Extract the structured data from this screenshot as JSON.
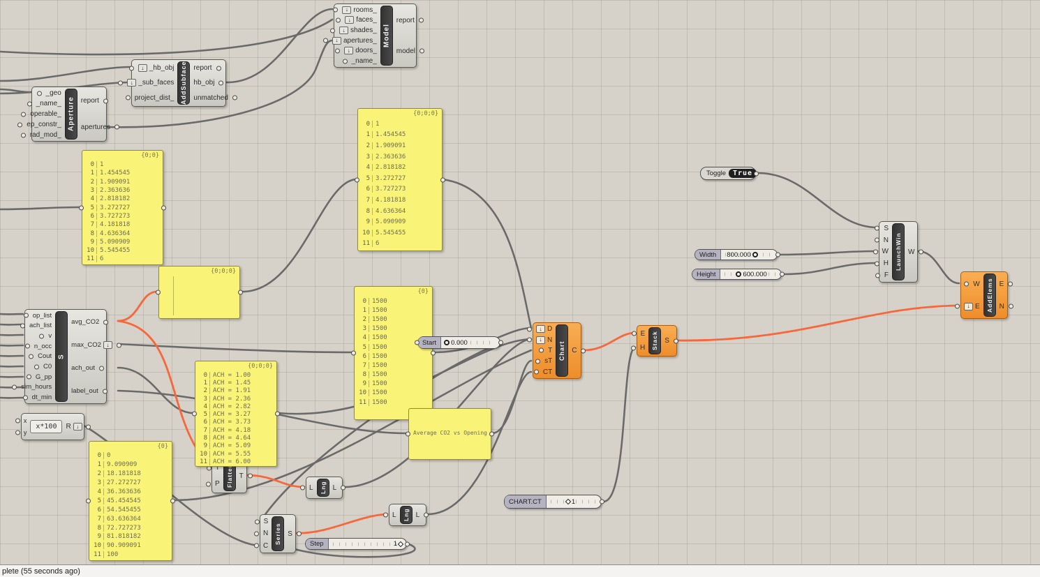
{
  "colors": {
    "canvas_bg": "#d6d2c9",
    "wire_gray": "#6a6a6a",
    "wire_orange": "#f9663a",
    "component_orange": "#ee8d2a",
    "panel_yellow": "#f9f378"
  },
  "status_bar": {
    "text": "plete (55 seconds ago)"
  },
  "components": {
    "model": {
      "title": "Model",
      "inputs": [
        "rooms_",
        "faces_",
        "shades_",
        "apertures_",
        "doors_",
        "_name_"
      ],
      "outputs": [
        "report",
        "model"
      ]
    },
    "add_subface": {
      "title": "AddSubface",
      "inputs": [
        "_hb_obj",
        "_sub_faces",
        "project_dist_"
      ],
      "outputs": [
        "report",
        "hb_obj",
        "unmatched"
      ]
    },
    "aperture": {
      "title": "Aperture",
      "inputs": [
        "_geo",
        "_name_",
        "operable_",
        "ep_constr_",
        "rad_mod_"
      ],
      "outputs": [
        "report",
        "apertures"
      ]
    },
    "sim": {
      "title": "S",
      "inputs": [
        "op_list",
        "ach_list",
        "v",
        "n_occ",
        "Cout",
        "C0",
        "G_pp",
        "sim_hours",
        "dt_min"
      ],
      "outputs": [
        "avg_CO2",
        "max_CO2",
        "ach_out",
        "label_out"
      ]
    },
    "expression": {
      "inputs": [
        "x",
        "y"
      ],
      "body": "x*100",
      "output": "R"
    },
    "flatten": {
      "title": "Flatten",
      "inputs": [
        "T",
        "P"
      ],
      "outputs": [
        "T"
      ]
    },
    "lng1": {
      "title": "Lng",
      "inputs": [
        "L"
      ],
      "outputs": [
        "L"
      ]
    },
    "lng2": {
      "title": "Lng",
      "inputs": [
        "L"
      ],
      "outputs": [
        "L"
      ]
    },
    "series": {
      "title": "Series",
      "inputs": [
        "S",
        "N",
        "C"
      ],
      "outputs": [
        "S"
      ]
    },
    "chart": {
      "title": "Chart",
      "inputs": [
        "D",
        "N",
        "T",
        "sT",
        "CT"
      ],
      "outputs": [
        "C"
      ]
    },
    "stack": {
      "title": "Stack",
      "inputs": [
        "E",
        "H"
      ],
      "outputs": [
        "S"
      ]
    },
    "launch_win": {
      "title": "LaunchWin",
      "inputs": [
        "S",
        "N",
        "W",
        "H",
        "F"
      ],
      "outputs": [
        "W"
      ]
    },
    "add_elems": {
      "title": "AddElems",
      "inputs": [
        "W",
        "E"
      ],
      "outputs": [
        "E",
        "N"
      ]
    }
  },
  "sliders": {
    "start": {
      "label": "Start",
      "value": "0.000"
    },
    "step": {
      "label": "Step",
      "value": "1"
    },
    "chart_ct": {
      "label": "CHART.CT",
      "value": "1"
    },
    "width": {
      "label": "Width",
      "value": "800.000"
    },
    "height": {
      "label": "Height",
      "value": "600.000"
    }
  },
  "toggle": {
    "label": "Toggle",
    "value": "True"
  },
  "panels": {
    "p_left": {
      "path": "{0;0}",
      "rows": [
        {
          "i": "0",
          "v": "1"
        },
        {
          "i": "1",
          "v": "1.454545"
        },
        {
          "i": "2",
          "v": "1.909091"
        },
        {
          "i": "3",
          "v": "2.363636"
        },
        {
          "i": "4",
          "v": "2.818182"
        },
        {
          "i": "5",
          "v": "3.272727"
        },
        {
          "i": "6",
          "v": "3.727273"
        },
        {
          "i": "7",
          "v": "4.181818"
        },
        {
          "i": "8",
          "v": "4.636364"
        },
        {
          "i": "9",
          "v": "5.090909"
        },
        {
          "i": "10",
          "v": "5.545455"
        },
        {
          "i": "11",
          "v": "6"
        }
      ]
    },
    "p_top": {
      "path": "{0;0;0}",
      "rows": [
        {
          "i": "0",
          "v": "1"
        },
        {
          "i": "1",
          "v": "1.454545"
        },
        {
          "i": "2",
          "v": "1.909091"
        },
        {
          "i": "3",
          "v": "2.363636"
        },
        {
          "i": "4",
          "v": "2.818182"
        },
        {
          "i": "5",
          "v": "3.272727"
        },
        {
          "i": "6",
          "v": "3.727273"
        },
        {
          "i": "7",
          "v": "4.181818"
        },
        {
          "i": "8",
          "v": "4.636364"
        },
        {
          "i": "9",
          "v": "5.090909"
        },
        {
          "i": "10",
          "v": "5.545455"
        },
        {
          "i": "11",
          "v": "6"
        }
      ]
    },
    "p_blank": {
      "path": "{0;0;0}"
    },
    "p_ach": {
      "path": "{0;0;0}",
      "rows": [
        {
          "i": "0",
          "v": "ACH = 1.00"
        },
        {
          "i": "1",
          "v": "ACH = 1.45"
        },
        {
          "i": "2",
          "v": "ACH = 1.91"
        },
        {
          "i": "3",
          "v": "ACH = 2.36"
        },
        {
          "i": "4",
          "v": "ACH = 2.82"
        },
        {
          "i": "5",
          "v": "ACH = 3.27"
        },
        {
          "i": "6",
          "v": "ACH = 3.73"
        },
        {
          "i": "7",
          "v": "ACH = 4.18"
        },
        {
          "i": "8",
          "v": "ACH = 4.64"
        },
        {
          "i": "9",
          "v": "ACH = 5.09"
        },
        {
          "i": "10",
          "v": "ACH = 5.55"
        },
        {
          "i": "11",
          "v": "ACH = 6.00"
        }
      ]
    },
    "p_1500": {
      "path": "{0}",
      "rows": [
        {
          "i": "0",
          "v": "1500"
        },
        {
          "i": "1",
          "v": "1500"
        },
        {
          "i": "2",
          "v": "1500"
        },
        {
          "i": "3",
          "v": "1500"
        },
        {
          "i": "4",
          "v": "1500"
        },
        {
          "i": "5",
          "v": "1500"
        },
        {
          "i": "6",
          "v": "1500"
        },
        {
          "i": "7",
          "v": "1500"
        },
        {
          "i": "8",
          "v": "1500"
        },
        {
          "i": "9",
          "v": "1500"
        },
        {
          "i": "10",
          "v": "1500"
        },
        {
          "i": "11",
          "v": "1500"
        }
      ]
    },
    "p_avg": {
      "text": "Average CO2 vs Opening"
    },
    "p_pct": {
      "path": "{0}",
      "rows": [
        {
          "i": "0",
          "v": "0"
        },
        {
          "i": "1",
          "v": "9.090909"
        },
        {
          "i": "2",
          "v": "18.181818"
        },
        {
          "i": "3",
          "v": "27.272727"
        },
        {
          "i": "4",
          "v": "36.363636"
        },
        {
          "i": "5",
          "v": "45.454545"
        },
        {
          "i": "6",
          "v": "54.545455"
        },
        {
          "i": "7",
          "v": "63.636364"
        },
        {
          "i": "8",
          "v": "72.727273"
        },
        {
          "i": "9",
          "v": "81.818182"
        },
        {
          "i": "10",
          "v": "90.909091"
        },
        {
          "i": "11",
          "v": "100"
        }
      ]
    }
  }
}
